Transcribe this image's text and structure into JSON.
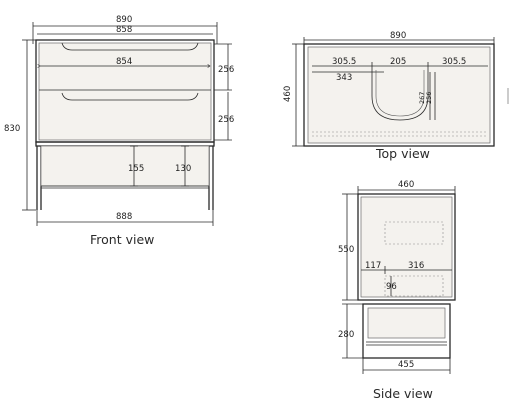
{
  "front_view": {
    "caption": "Front view",
    "dim_890": "890",
    "dim_858": "858",
    "dim_854": "854",
    "dim_256_top": "256",
    "dim_256_bottom": "256",
    "dim_830": "830",
    "dim_155": "155",
    "dim_130": "130",
    "dim_888": "888"
  },
  "top_view": {
    "caption": "Top view",
    "dim_890": "890",
    "dim_460": "460",
    "dim_305_left": "305.5",
    "dim_205": "205",
    "dim_305_right": "305.5",
    "dim_343": "343",
    "dim_267": "267",
    "dim_256": "256"
  },
  "side_view": {
    "caption": "Side view",
    "dim_460": "460",
    "dim_550": "550",
    "dim_117": "117",
    "dim_316": "316",
    "dim_96": "96",
    "dim_280": "280",
    "dim_455": "455"
  }
}
